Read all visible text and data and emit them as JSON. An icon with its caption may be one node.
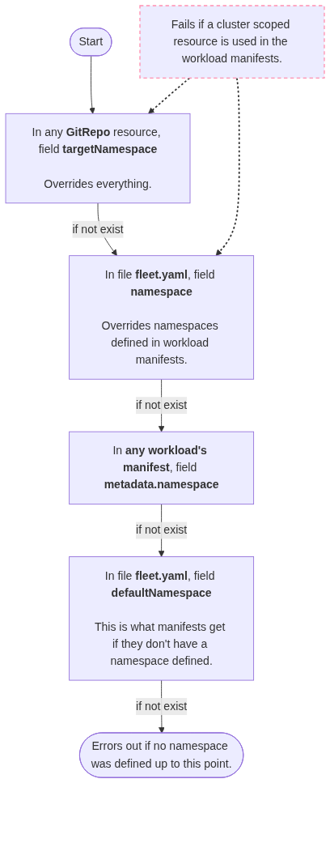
{
  "diagram": {
    "nodes": [
      {
        "text": [
          "Start"
        ]
      },
      {
        "text": [
          "Fails if a cluster scoped resource is used in the workload manifests."
        ]
      },
      {
        "text": [
          "In any **GitRepo** resource, field **targetNamespace**",
          "Overrides everything."
        ]
      },
      {
        "text": [
          "In file **fleet.yaml**, field **namespace**",
          "Overrides namespaces defined in workload manifests."
        ]
      },
      {
        "text": [
          "In **any workload's manifest**, field **metadata.namespace**"
        ]
      },
      {
        "text": [
          "In file **fleet.yaml**, field **defaultNamespace**",
          "This is what manifests get if they don't have a namespace defined."
        ]
      },
      {
        "text": [
          "Errors out if no namespace was defined up to this point."
        ]
      }
    ],
    "edges": [
      {
        "from": 0,
        "to": 2,
        "arrow": "to"
      },
      {
        "from": 1,
        "to": 2,
        "arrow": "to",
        "style": "dashed"
      },
      {
        "from": 1,
        "to": 3,
        "arrow": "to",
        "style": "dashed"
      },
      {
        "from": 2,
        "to": 3,
        "arrow": "to",
        "label": "if not exist"
      },
      {
        "from": 3,
        "to": 4,
        "arrow": "to",
        "label": "if not exist"
      },
      {
        "from": 4,
        "to": 5,
        "arrow": "to",
        "label": "if not exist"
      },
      {
        "from": 5,
        "to": 6,
        "arrow": "to",
        "label": "if not exist"
      }
    ]
  }
}
